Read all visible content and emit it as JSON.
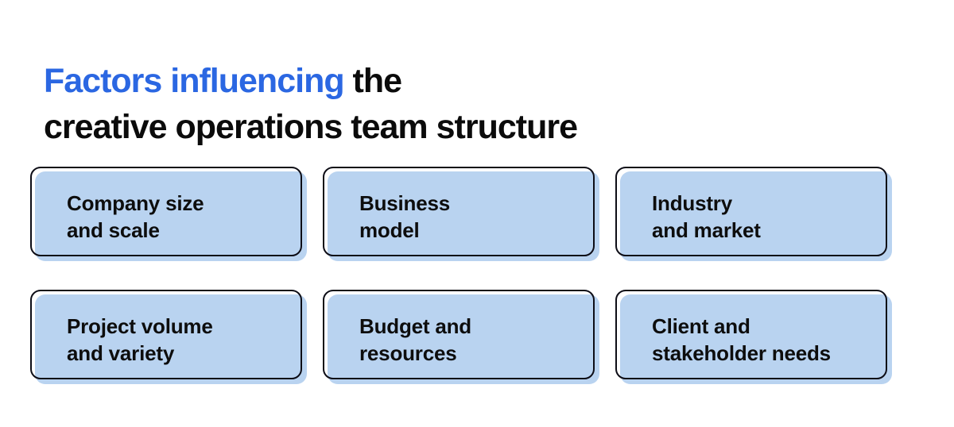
{
  "title": {
    "accent": "Factors influencing",
    "rest": " the",
    "line2": "creative operations team structure"
  },
  "cards": [
    {
      "label": "Company size\nand scale"
    },
    {
      "label": "Business\nmodel"
    },
    {
      "label": "Industry\nand market"
    },
    {
      "label": "Project volume\nand variety"
    },
    {
      "label": "Budget and\nresources"
    },
    {
      "label": "Client and\nstakeholder needs"
    }
  ],
  "colors": {
    "accent_blue": "#2b67e2",
    "card_fill": "#b9d3f0",
    "card_border": "#0d0d16",
    "text": "#0d0d0d",
    "background": "#ffffff"
  }
}
